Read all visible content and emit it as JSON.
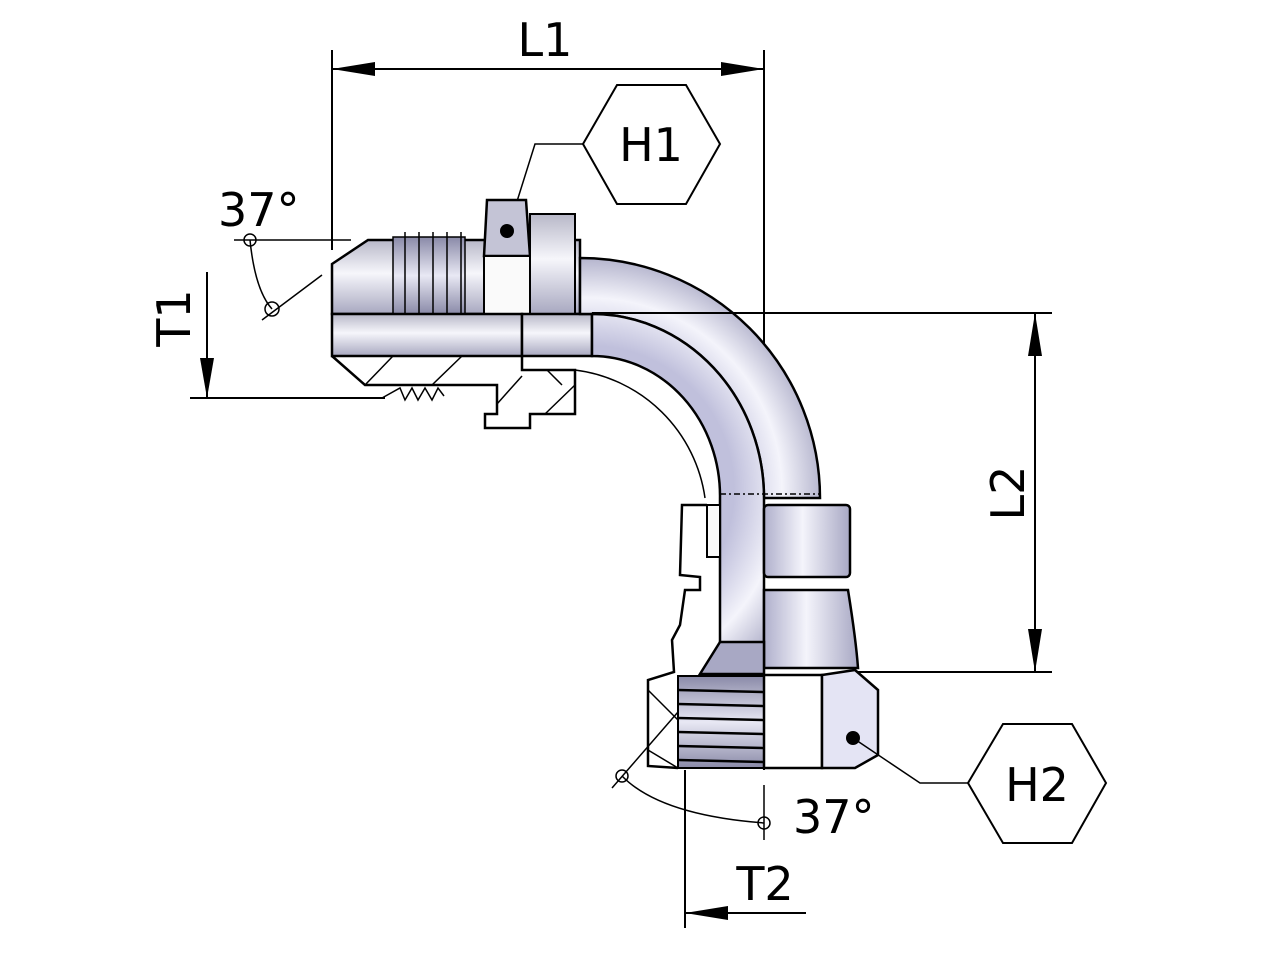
{
  "drawing": {
    "subject": "90° swivel elbow fitting, male 37° flare × female swivel 37°",
    "dimensions": {
      "L1": "L1",
      "L2": "L2",
      "T1": "T1",
      "T2": "T2"
    },
    "hex_callouts": {
      "H1": "H1",
      "H2": "H2"
    },
    "angles": {
      "top": "37°",
      "bottom": "37°"
    },
    "colors": {
      "line": "#000000",
      "metal_light": "#f4f4fa",
      "metal_mid": "#c8c8dc",
      "metal_dark": "#9a9ab0",
      "background": "#ffffff"
    }
  }
}
